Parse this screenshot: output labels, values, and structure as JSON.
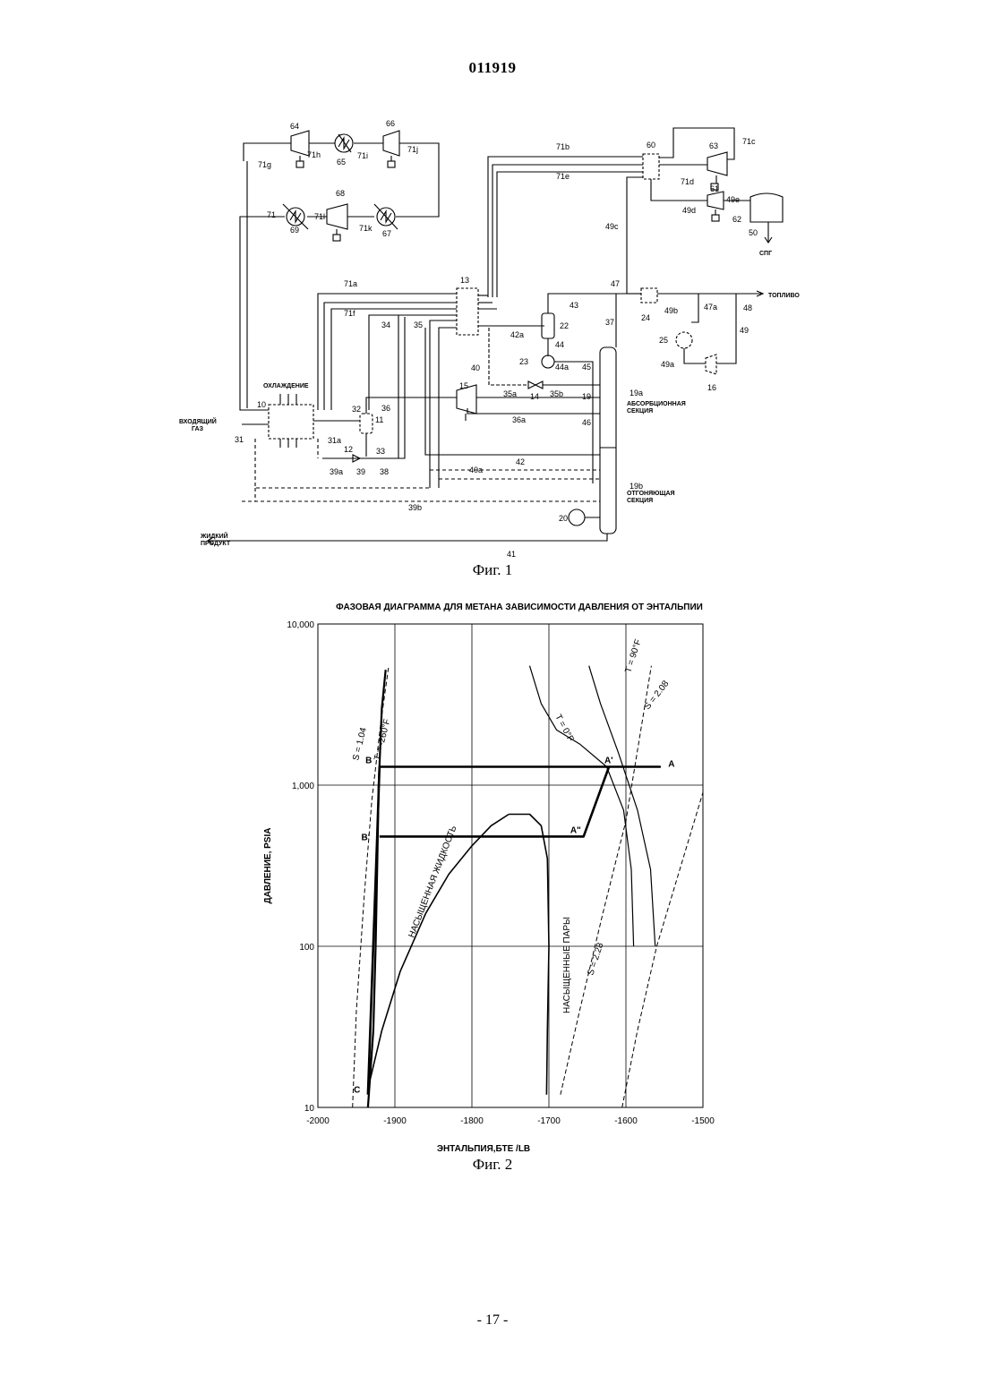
{
  "header": {
    "patent_number": "011919"
  },
  "figure1": {
    "caption": "Фиг. 1",
    "labels": {
      "cooling": "ОХЛАЖДЕНИЕ",
      "inlet_gas": "ВХОДЯЩИЙ\nГАЗ",
      "fuel": "ТОПЛИВО",
      "lng": "СПГ",
      "liquid_product": "ЖИДКИЙ\nПРОДУКТ",
      "absorption_section": "АБСОРБЦИОННАЯ\nСЕКЦИЯ",
      "stripping_section": "ОТГОНЯЮЩАЯ\nСЕКЦИЯ"
    },
    "numbers": [
      "64",
      "66",
      "65",
      "63",
      "60",
      "71c",
      "71b",
      "71e",
      "71g",
      "71h",
      "71i",
      "71j",
      "71d",
      "61",
      "49e",
      "49d",
      "62",
      "50",
      "68",
      "69",
      "67",
      "71",
      "71l",
      "71k",
      "49c",
      "71a",
      "13",
      "47",
      "71f",
      "34",
      "35",
      "42a",
      "43",
      "22",
      "37",
      "24",
      "47a",
      "48",
      "49b",
      "25",
      "49",
      "49a",
      "16",
      "44",
      "23",
      "44a",
      "45",
      "40",
      "35a",
      "14",
      "35b",
      "19",
      "19a",
      "15",
      "36a",
      "46",
      "10",
      "32",
      "36",
      "11",
      "31a",
      "31",
      "12",
      "33",
      "39a",
      "39",
      "38",
      "42",
      "40a",
      "19b",
      "39b",
      "20",
      "41"
    ]
  },
  "figure2": {
    "caption": "Фиг. 2",
    "title": "ФАЗОВАЯ ДИАГРАММА ДЛЯ МЕТАНА ЗАВИСИМОСТИ ДАВЛЕНИЯ ОТ ЭНТАЛЬПИИ",
    "xlabel": "ЭНТАЛЬПИЯ,БТЕ /LB",
    "ylabel": "ДАВЛЕНИЕ, PSIA",
    "curve_labels": {
      "sat_liquid": "НАСЫЩЕННАЯ ЖИДКОСТЬ",
      "sat_vapor": "НАСЫЩЕННЫЕ ПАРЫ",
      "s104": "S = 1.04",
      "s208": "S = 2.08",
      "s228": "S = 2.28",
      "tm260": "T = -260°F",
      "t0": "T = 0°F",
      "t90": "T = 90°F"
    },
    "points": {
      "A": "A",
      "A1": "A'",
      "A2": "A\"",
      "B": "B",
      "B1": "B'",
      "C": "C"
    }
  },
  "chart_data": {
    "type": "line",
    "title": "ФАЗОВАЯ ДИАГРАММА ДЛЯ МЕТАНА ЗАВИСИМОСТИ ДАВЛЕНИЯ ОТ ЭНТАЛЬПИИ",
    "xlabel": "ЭНТАЛЬПИЯ,БТЕ /LB",
    "ylabel": "ДАВЛЕНИЕ, PSIA",
    "xlim": [
      -2000,
      -1500
    ],
    "ylim": [
      10,
      10000
    ],
    "yscale": "log",
    "grid": true,
    "x_ticks": [
      "-2000",
      "-1900",
      "-1800",
      "-1700",
      "-1600",
      "-1500"
    ],
    "y_ticks": [
      "10",
      "100",
      "1,000",
      "10,000"
    ],
    "series": [
      {
        "name": "НАСЫЩЕННАЯ ЖИДКОСТЬ",
        "x": [
          -1932,
          -1917,
          -1893,
          -1860,
          -1830,
          -1800,
          -1775,
          -1752
        ],
        "y": [
          15,
          30,
          70,
          160,
          280,
          420,
          560,
          660
        ]
      },
      {
        "name": "НАСЫЩЕННЫЕ ПАРЫ",
        "x": [
          -1752,
          -1725,
          -1710,
          -1702,
          -1700,
          -1702,
          -1703
        ],
        "y": [
          660,
          660,
          560,
          350,
          100,
          30,
          12
        ]
      },
      {
        "name": "T = -260°F",
        "x": [
          -1935,
          -1928,
          -1925,
          -1923,
          -1921,
          -1917,
          -1912
        ],
        "y": [
          10,
          30,
          100,
          300,
          1000,
          3000,
          5200
        ]
      },
      {
        "name": "T = 0°F",
        "x": [
          -1725,
          -1710,
          -1690,
          -1660,
          -1625,
          -1603,
          -1593,
          -1590
        ],
        "y": [
          5500,
          3200,
          2200,
          1800,
          1300,
          700,
          300,
          100
        ]
      },
      {
        "name": "T = 90°F",
        "x": [
          -1648,
          -1633,
          -1610,
          -1585,
          -1568,
          -1562
        ],
        "y": [
          5500,
          3200,
          1600,
          700,
          300,
          100
        ]
      },
      {
        "name": "S = 1.04",
        "x": [
          -1955,
          -1950,
          -1940,
          -1930,
          -1918,
          -1908
        ],
        "y": [
          10,
          40,
          200,
          800,
          2500,
          5500
        ]
      },
      {
        "name": "S = 2.08",
        "x": [
          -1685,
          -1660,
          -1630,
          -1600,
          -1567
        ],
        "y": [
          12,
          40,
          160,
          600,
          5500
        ]
      },
      {
        "name": "S = 2.28",
        "x": [
          -1605,
          -1585,
          -1560,
          -1530,
          -1500
        ],
        "y": [
          10,
          30,
          100,
          300,
          900
        ]
      },
      {
        "name": "Cycle",
        "x": [
          -1935,
          -1923,
          -1920,
          -1920,
          -1556,
          -1622,
          -1655,
          -1920
        ],
        "y": [
          12,
          480,
          1300,
          1300,
          1300,
          1300,
          480,
          480
        ]
      }
    ],
    "annotations": [
      {
        "text": "A",
        "x": -1552,
        "y": 1300
      },
      {
        "text": "A'",
        "x": -1621,
        "y": 1300
      },
      {
        "text": "A\"",
        "x": -1656,
        "y": 480
      },
      {
        "text": "B",
        "x": -1922,
        "y": 1300
      },
      {
        "text": "B'",
        "x": -1925,
        "y": 480
      },
      {
        "text": "C",
        "x": -1937,
        "y": 12
      }
    ]
  },
  "footer": {
    "page_number": "- 17 -"
  }
}
